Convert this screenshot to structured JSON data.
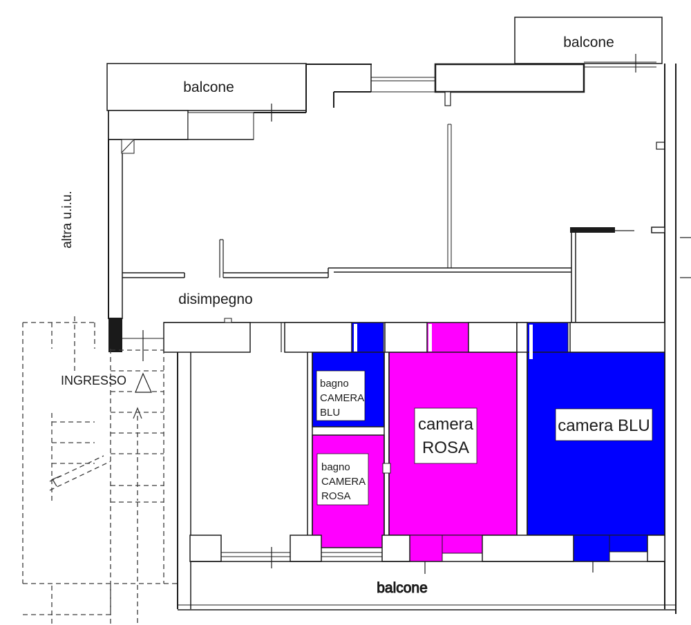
{
  "plan": {
    "labels": {
      "balcony_top_left": "balcone",
      "balcony_top_right": "balcone",
      "balcony_bottom": "balcone",
      "other_unit": "altra u.i.u.",
      "hallway": "disimpegno",
      "entrance": "INGRESSO",
      "bathroom_blue": {
        "line1": "bagno",
        "line2": "CAMERA",
        "line3": "BLU"
      },
      "bathroom_pink": {
        "line1": "bagno",
        "line2": "CAMERA",
        "line3": "ROSA"
      },
      "bedroom_pink": {
        "line1": "camera",
        "line2": "ROSA"
      },
      "bedroom_blue": "camera BLU"
    },
    "colors": {
      "bedroom_blue_fill": "#0000FF",
      "bedroom_pink_fill": "#FF00FF",
      "wall": "#1a1a1a",
      "background": "#FFFFFF"
    }
  }
}
